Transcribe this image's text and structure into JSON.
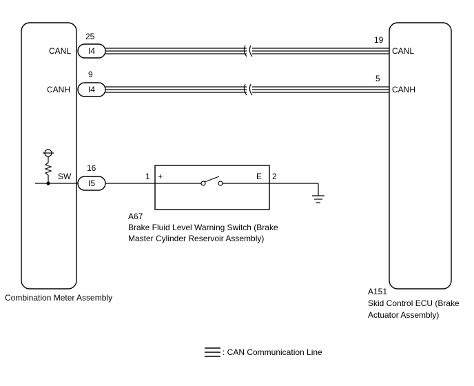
{
  "left_component": {
    "name": "Combination Meter Assembly",
    "pins": {
      "canl": {
        "label": "CANL",
        "number": "25",
        "connector": "I4"
      },
      "canh": {
        "label": "CANH",
        "number": "9",
        "connector": "I4"
      },
      "sw": {
        "label": "SW",
        "number": "16",
        "connector": "I5"
      }
    }
  },
  "right_component": {
    "code": "A151",
    "name_line1": "Skid Control ECU (Brake",
    "name_line2": "Actuator Assembly)",
    "pins": {
      "canl": {
        "label": "CANL",
        "number": "19"
      },
      "canh": {
        "label": "CANH",
        "number": "5"
      }
    }
  },
  "switch_component": {
    "code": "A67",
    "name_line1": "Brake Fluid Level Warning Switch (Brake",
    "name_line2": "Master Cylinder Reservoir Assembly)",
    "pin_in": "1",
    "pin_out": "2",
    "plus_label": "+",
    "e_label": "E"
  },
  "legend": {
    "label": ": CAN Communication Line"
  }
}
